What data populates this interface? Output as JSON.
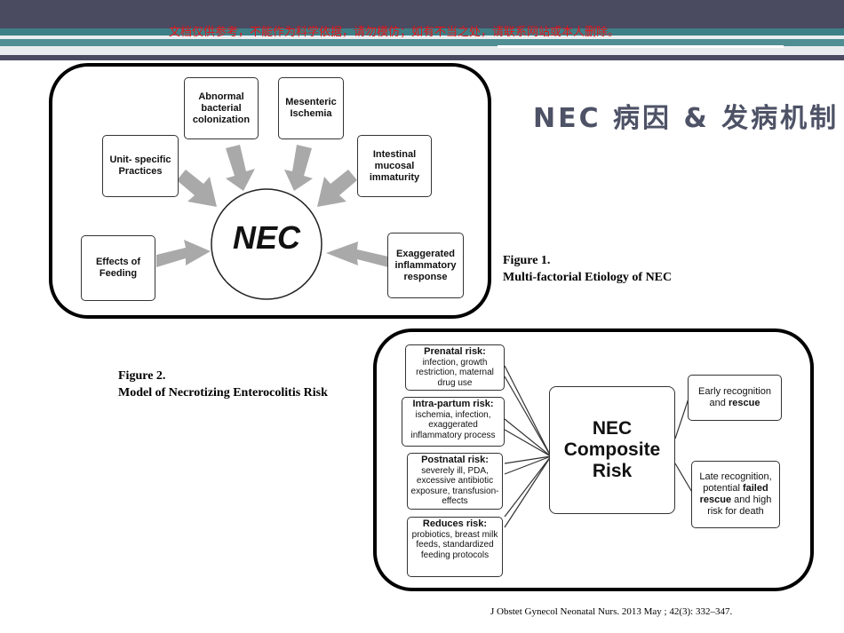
{
  "header": {
    "watermark": "文档仅供参考，不能作为科学依据，请勿模仿；如有不当之处，请联系网站或本人删除。"
  },
  "title": "NEC 病因 & 发病机制",
  "figure1": {
    "center": "NEC",
    "factors": {
      "abnormal": "Abnormal bacterial colonization",
      "mesenteric": "Mesenteric Ischemia",
      "unit": "Unit- specific Practices",
      "intestinal": "Intestinal mucosal immaturity",
      "feeding": "Effects of Feeding",
      "inflammatory": "Exaggerated inflammatory response"
    },
    "caption_line1": "Figure 1.",
    "caption_line2": "Multi-factorial Etiology of NEC"
  },
  "figure2": {
    "caption_line1": "Figure 2.",
    "caption_line2": "Model of Necrotizing Enterocolitis Risk",
    "center_line1": "NEC",
    "center_line2": "Composite",
    "center_line3": "Risk",
    "risks": {
      "prenatal_title": "Prenatal risk:",
      "prenatal_text": "infection, growth restriction, maternal drug use",
      "intrapartum_title": "Intra-partum risk:",
      "intrapartum_text": "ischemia, infection, exaggerated inflammatory process",
      "postnatal_title": "Postnatal risk:",
      "postnatal_text": "severely ill, PDA, excessive antibiotic exposure, transfusion-effects",
      "reduces_title": "Reduces risk:",
      "reduces_text": "probiotics, breast milk feeds, standardized feeding protocols"
    },
    "outcomes": {
      "early_pre": "Early recognition and",
      "early_bold": "rescue",
      "late_pre": "Late recognition, potential",
      "late_bold": "failed rescue",
      "late_post": "and high risk for death"
    }
  },
  "reference": "J Obstet Gynecol Neonatal Nurs. 2013 May ; 42(3): 332–347.",
  "colors": {
    "header": "#4a4a60",
    "teal": "#3d7f86",
    "watermark": "#e8141a",
    "title": "#4e5266",
    "arrow": "#a9a9a9"
  }
}
